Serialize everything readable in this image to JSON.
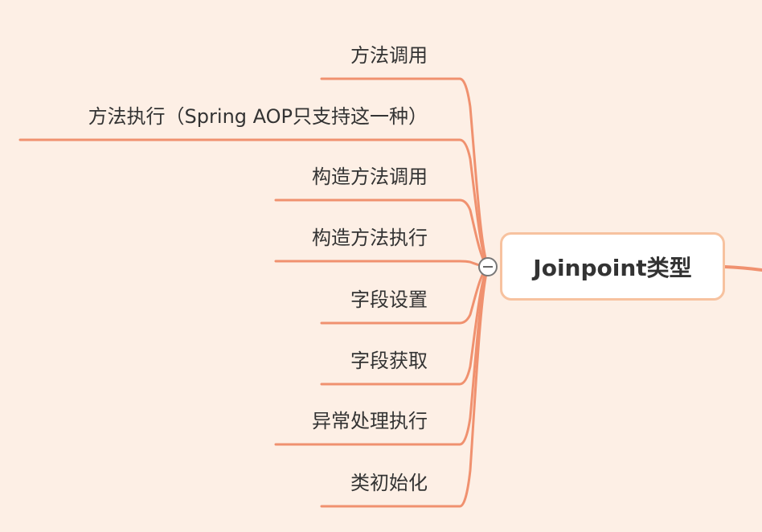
{
  "root": {
    "label": "Joinpoint类型"
  },
  "branches": [
    {
      "label": "方法调用"
    },
    {
      "label": "方法执行（Spring AOP只支持这一种）"
    },
    {
      "label": "构造方法调用"
    },
    {
      "label": "构造方法执行"
    },
    {
      "label": "字段设置"
    },
    {
      "label": "字段获取"
    },
    {
      "label": "异常处理执行"
    },
    {
      "label": "类初始化"
    }
  ],
  "colors": {
    "line": "#f0916f",
    "background": "#fdefe5",
    "root_border": "#f7c29f"
  }
}
